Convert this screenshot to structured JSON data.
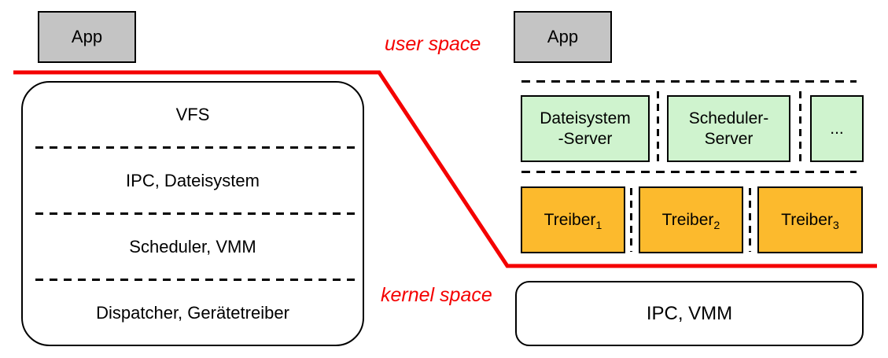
{
  "labels": {
    "user_space": "user space",
    "kernel_space": "kernel space"
  },
  "colors": {
    "boundary_red": "#f40000",
    "app_gray": "#c4c4c4",
    "server_green": "#cff3ce",
    "driver_orange": "#fcba2d",
    "box_border": "#000000",
    "background": "#ffffff"
  },
  "left": {
    "app_label": "App",
    "kernel_layers": [
      "VFS",
      "IPC, Dateisystem",
      "Scheduler, VMM",
      "Dispatcher, Gerätetreiber"
    ]
  },
  "right": {
    "app_label": "App",
    "servers": [
      {
        "line1": "Dateisystem",
        "line2": "-Server"
      },
      {
        "line1": "Scheduler-",
        "line2": "Server"
      },
      {
        "line1": "...",
        "line2": ""
      }
    ],
    "drivers": [
      {
        "name": "Treiber",
        "sub": "1"
      },
      {
        "name": "Treiber",
        "sub": "2"
      },
      {
        "name": "Treiber",
        "sub": "3"
      }
    ],
    "kernel_box_label": "IPC, VMM"
  }
}
